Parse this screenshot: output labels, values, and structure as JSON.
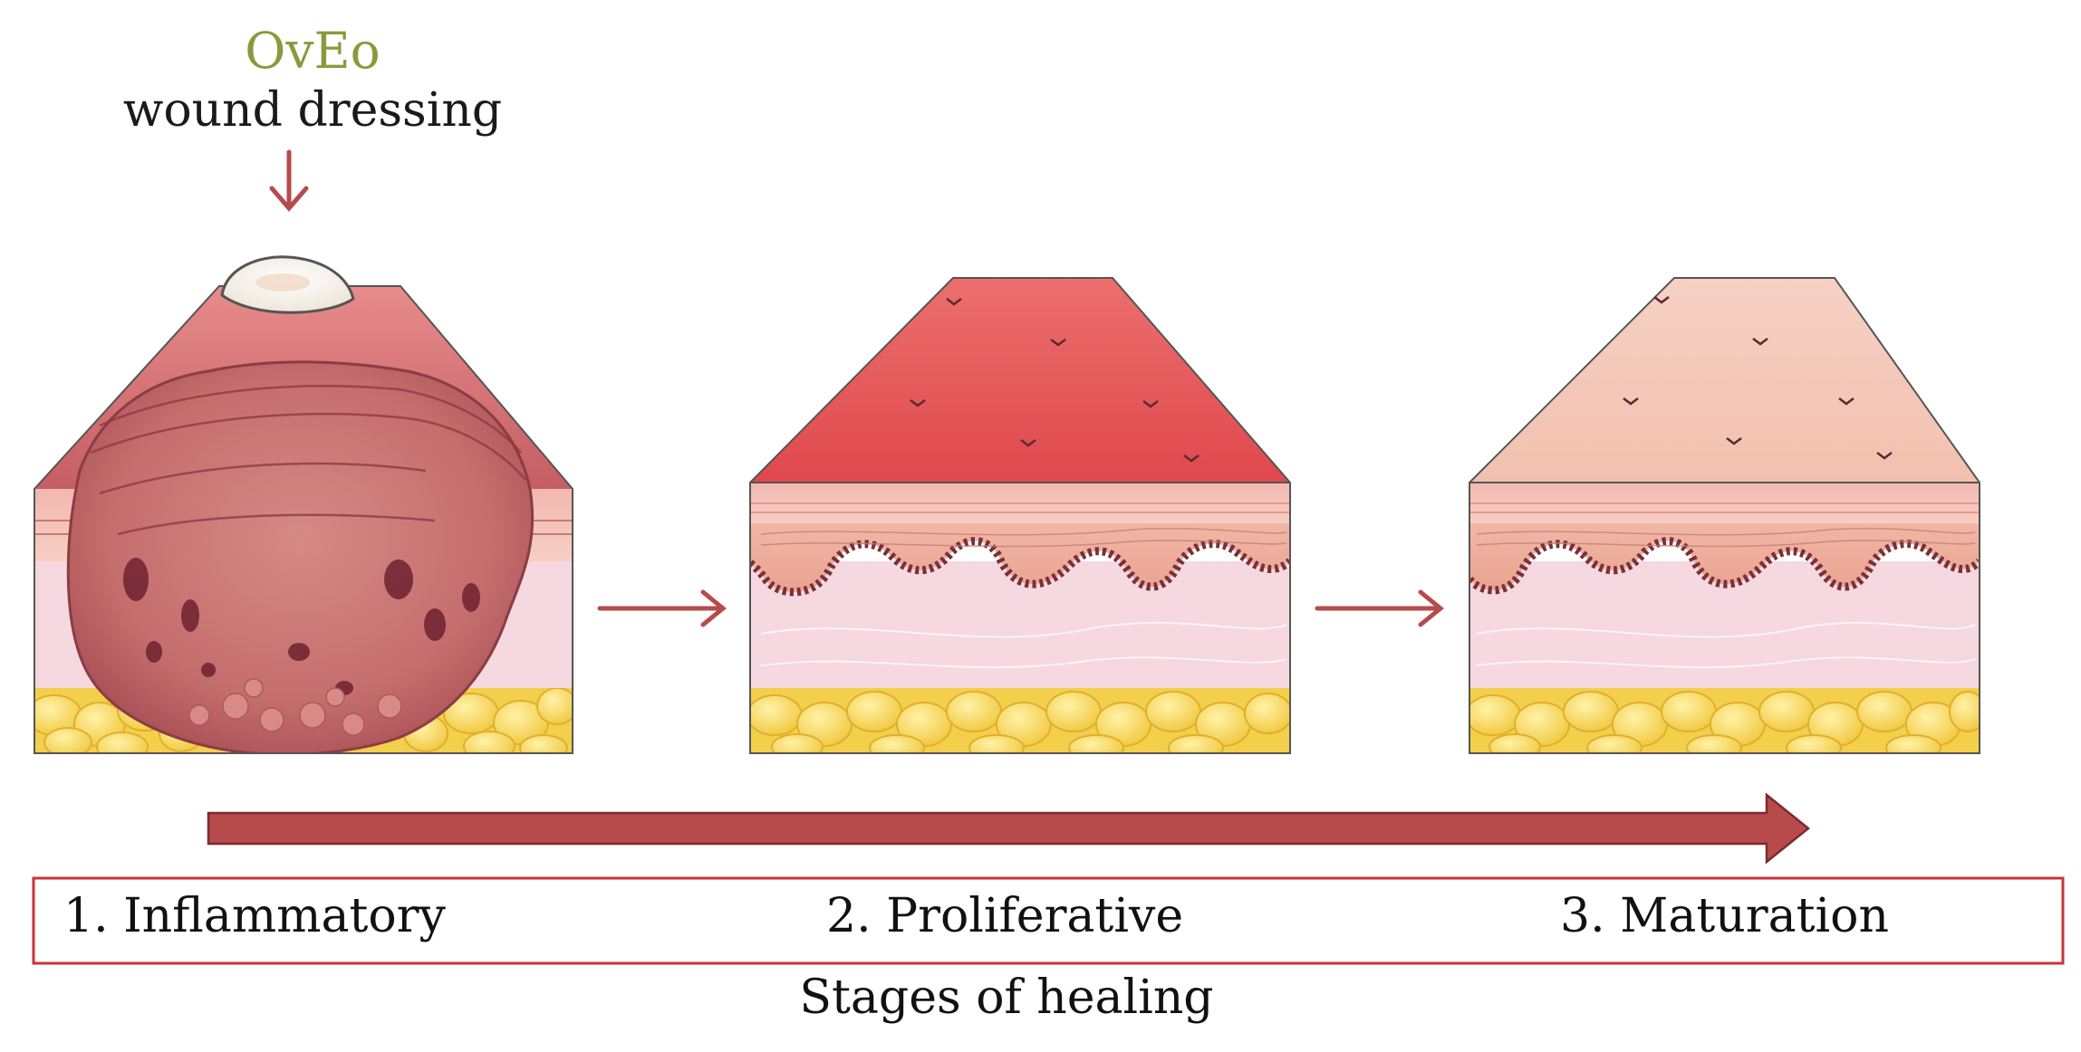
{
  "header": {
    "product_name": "OvEo",
    "product_description": "wound dressing"
  },
  "stages": [
    {
      "label": "1. Inflammatory"
    },
    {
      "label": "2. Proliferative"
    },
    {
      "label": "3. Maturation"
    }
  ],
  "caption": "Stages of healing",
  "colors": {
    "product_name": "#8a9a3a",
    "arrow": "#b74b4b",
    "box_border": "#c8333a",
    "wound": "#c96a6a",
    "epidermis_fresh": "#e55656",
    "epidermis_healed": "#f4c4b4",
    "dermis": "#f7dde6",
    "fat": "#f5d25a"
  }
}
